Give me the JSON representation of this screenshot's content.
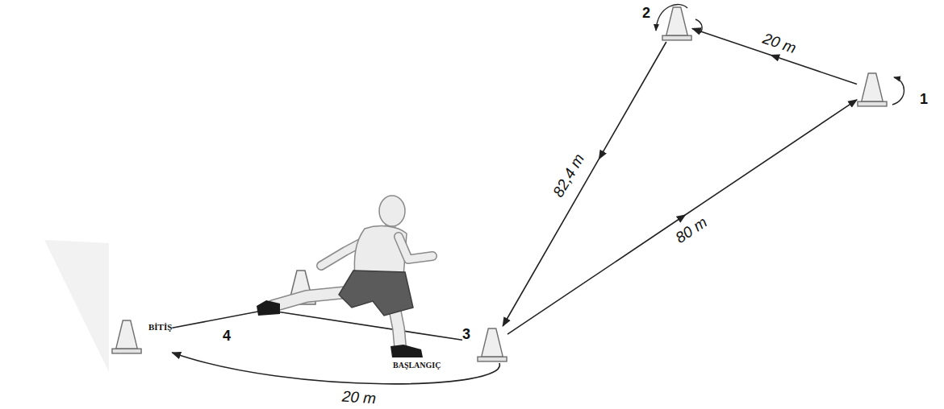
{
  "diagram": {
    "nodes": [
      {
        "text": [
          "1"
        ]
      },
      {
        "text": [
          "2"
        ]
      },
      {
        "text": [
          "3"
        ]
      },
      {
        "text": [
          "BİTİŞ"
        ]
      }
    ],
    "edges": [
      {
        "from": 2,
        "to": 0,
        "arrow": "to",
        "label": "80 m"
      },
      {
        "from": 0,
        "to": 1,
        "arrow": "to",
        "label": "20 m"
      },
      {
        "from": 1,
        "to": 2,
        "arrow": "to",
        "label": "82,4 m"
      },
      {
        "from": 2,
        "to": 3,
        "arrow": "to",
        "label": "20 m"
      },
      {
        "from": 2,
        "to": 3,
        "arrow": "none"
      }
    ],
    "labels": [
      "4",
      "BAŞLANGIÇ"
    ]
  }
}
